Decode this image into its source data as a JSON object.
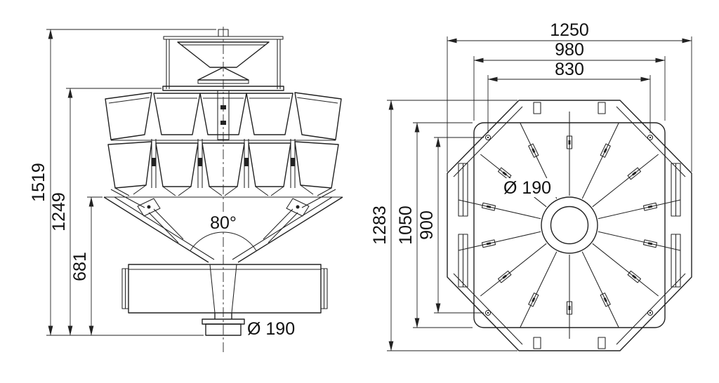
{
  "page": {
    "background": "#ffffff",
    "line_color": "#222222",
    "title": "multihead-weigher-dimension-drawing"
  },
  "front_view": {
    "dims": {
      "total_height": "1519",
      "body_height": "1249",
      "cone_height": "681"
    },
    "cone_angle": "80°",
    "outlet_diameter": "Ø 190"
  },
  "top_view": {
    "dims": {
      "overall_width": "1250",
      "plate_width": "980",
      "hole_spacing_width": "830",
      "overall_depth": "1283",
      "plate_depth": "1050",
      "hole_spacing_depth": "900"
    },
    "center_hole_diameter": "Ø 190"
  }
}
